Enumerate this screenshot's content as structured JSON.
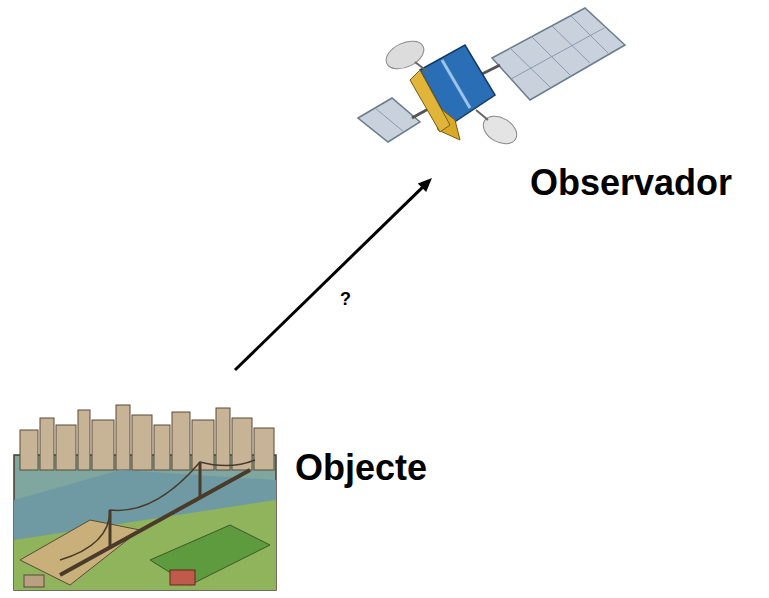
{
  "diagram": {
    "nodes": [
      {
        "text": [
          "Observador"
        ]
      },
      {
        "text": [
          "Objecte"
        ]
      }
    ],
    "edges": [
      {
        "from": 1,
        "to": 0,
        "label": "?",
        "arrow": "to"
      }
    ]
  }
}
